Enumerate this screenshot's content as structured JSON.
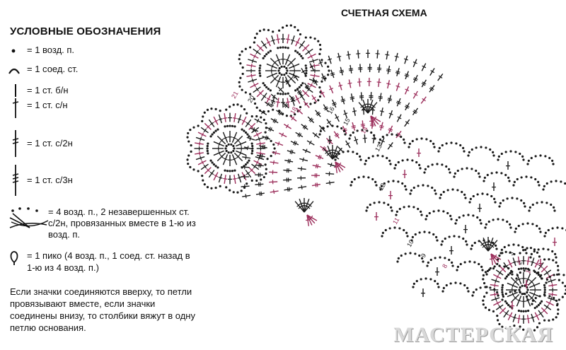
{
  "legend": {
    "title": "УСЛОВНЫЕ ОБОЗНАЧЕНИЯ",
    "items": [
      {
        "symbol": "chain-stitch-dot",
        "text": "= 1 возд. п."
      },
      {
        "symbol": "slip-stitch-arc",
        "text": "= 1 соед. ст."
      },
      {
        "symbol": "single-crochet",
        "text": "= 1 ст. б/н"
      },
      {
        "symbol": "double-crochet",
        "text": "= 1 ст. с/н"
      },
      {
        "symbol": "treble-crochet",
        "text": "= 1 ст. с/2н"
      },
      {
        "symbol": "double-treble-crochet",
        "text": "= 1 ст. с/3н"
      },
      {
        "symbol": "cluster",
        "text": "= 4 возд. п., 2 незавершенных ст. с/2н, провязанных вместе в 1-ю из возд. п."
      },
      {
        "symbol": "picot",
        "text": "= 1 пико (4 возд. п., 1 соед. ст. назад в 1-ю из 4 возд. п.)"
      }
    ],
    "note": "Если значки соединяются вверху, то петли провязывают вместе, если значки соединены внизу, то столбики вяжут в одну петлю основания."
  },
  "scheme": {
    "title": "СЧЕТНАЯ СХЕМА",
    "row_numbers": [
      "1",
      "2",
      "3",
      "8",
      "9",
      "10",
      "11",
      "12",
      "13",
      "14",
      "15",
      "16",
      "18",
      "19",
      "20",
      "21"
    ],
    "colors": {
      "black": "#1a1a1a",
      "accent": "#9b2d5a"
    }
  },
  "watermark": "МАСТЕРСКАЯ"
}
